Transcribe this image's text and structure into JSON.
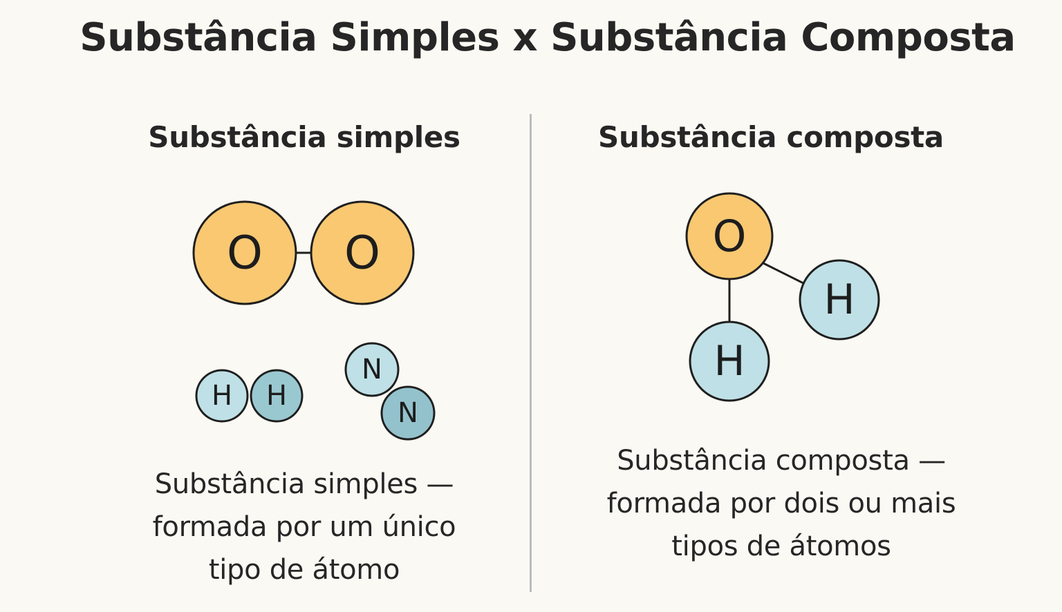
{
  "title": "Substância Simples x Substância Composta",
  "simple": {
    "heading": "Substância simples",
    "description_lines": [
      "Substância simples —",
      "formada por um único",
      "tipo de átomo"
    ],
    "molecules": [
      {
        "atoms": [
          "O",
          "O"
        ]
      },
      {
        "atoms": [
          "H",
          "H"
        ]
      },
      {
        "atoms": [
          "N",
          "N"
        ]
      }
    ]
  },
  "compound": {
    "heading": "Substância composta",
    "description_lines": [
      "Substância composta —",
      "formada por dois ou mais",
      "tipos de átomos"
    ],
    "molecules": [
      {
        "atoms": [
          "O",
          "H",
          "H"
        ]
      }
    ]
  },
  "colors": {
    "oxygen": "#f9c871",
    "hydrogen_light": "#bfe0e6",
    "hydrogen_dark": "#9ac8d1",
    "nitrogen_light": "#bfe0e6",
    "nitrogen_dark": "#93c2cc",
    "bond": "#1f1f1f",
    "divider": "#b9bcbf",
    "background": "#fbf9f3"
  }
}
